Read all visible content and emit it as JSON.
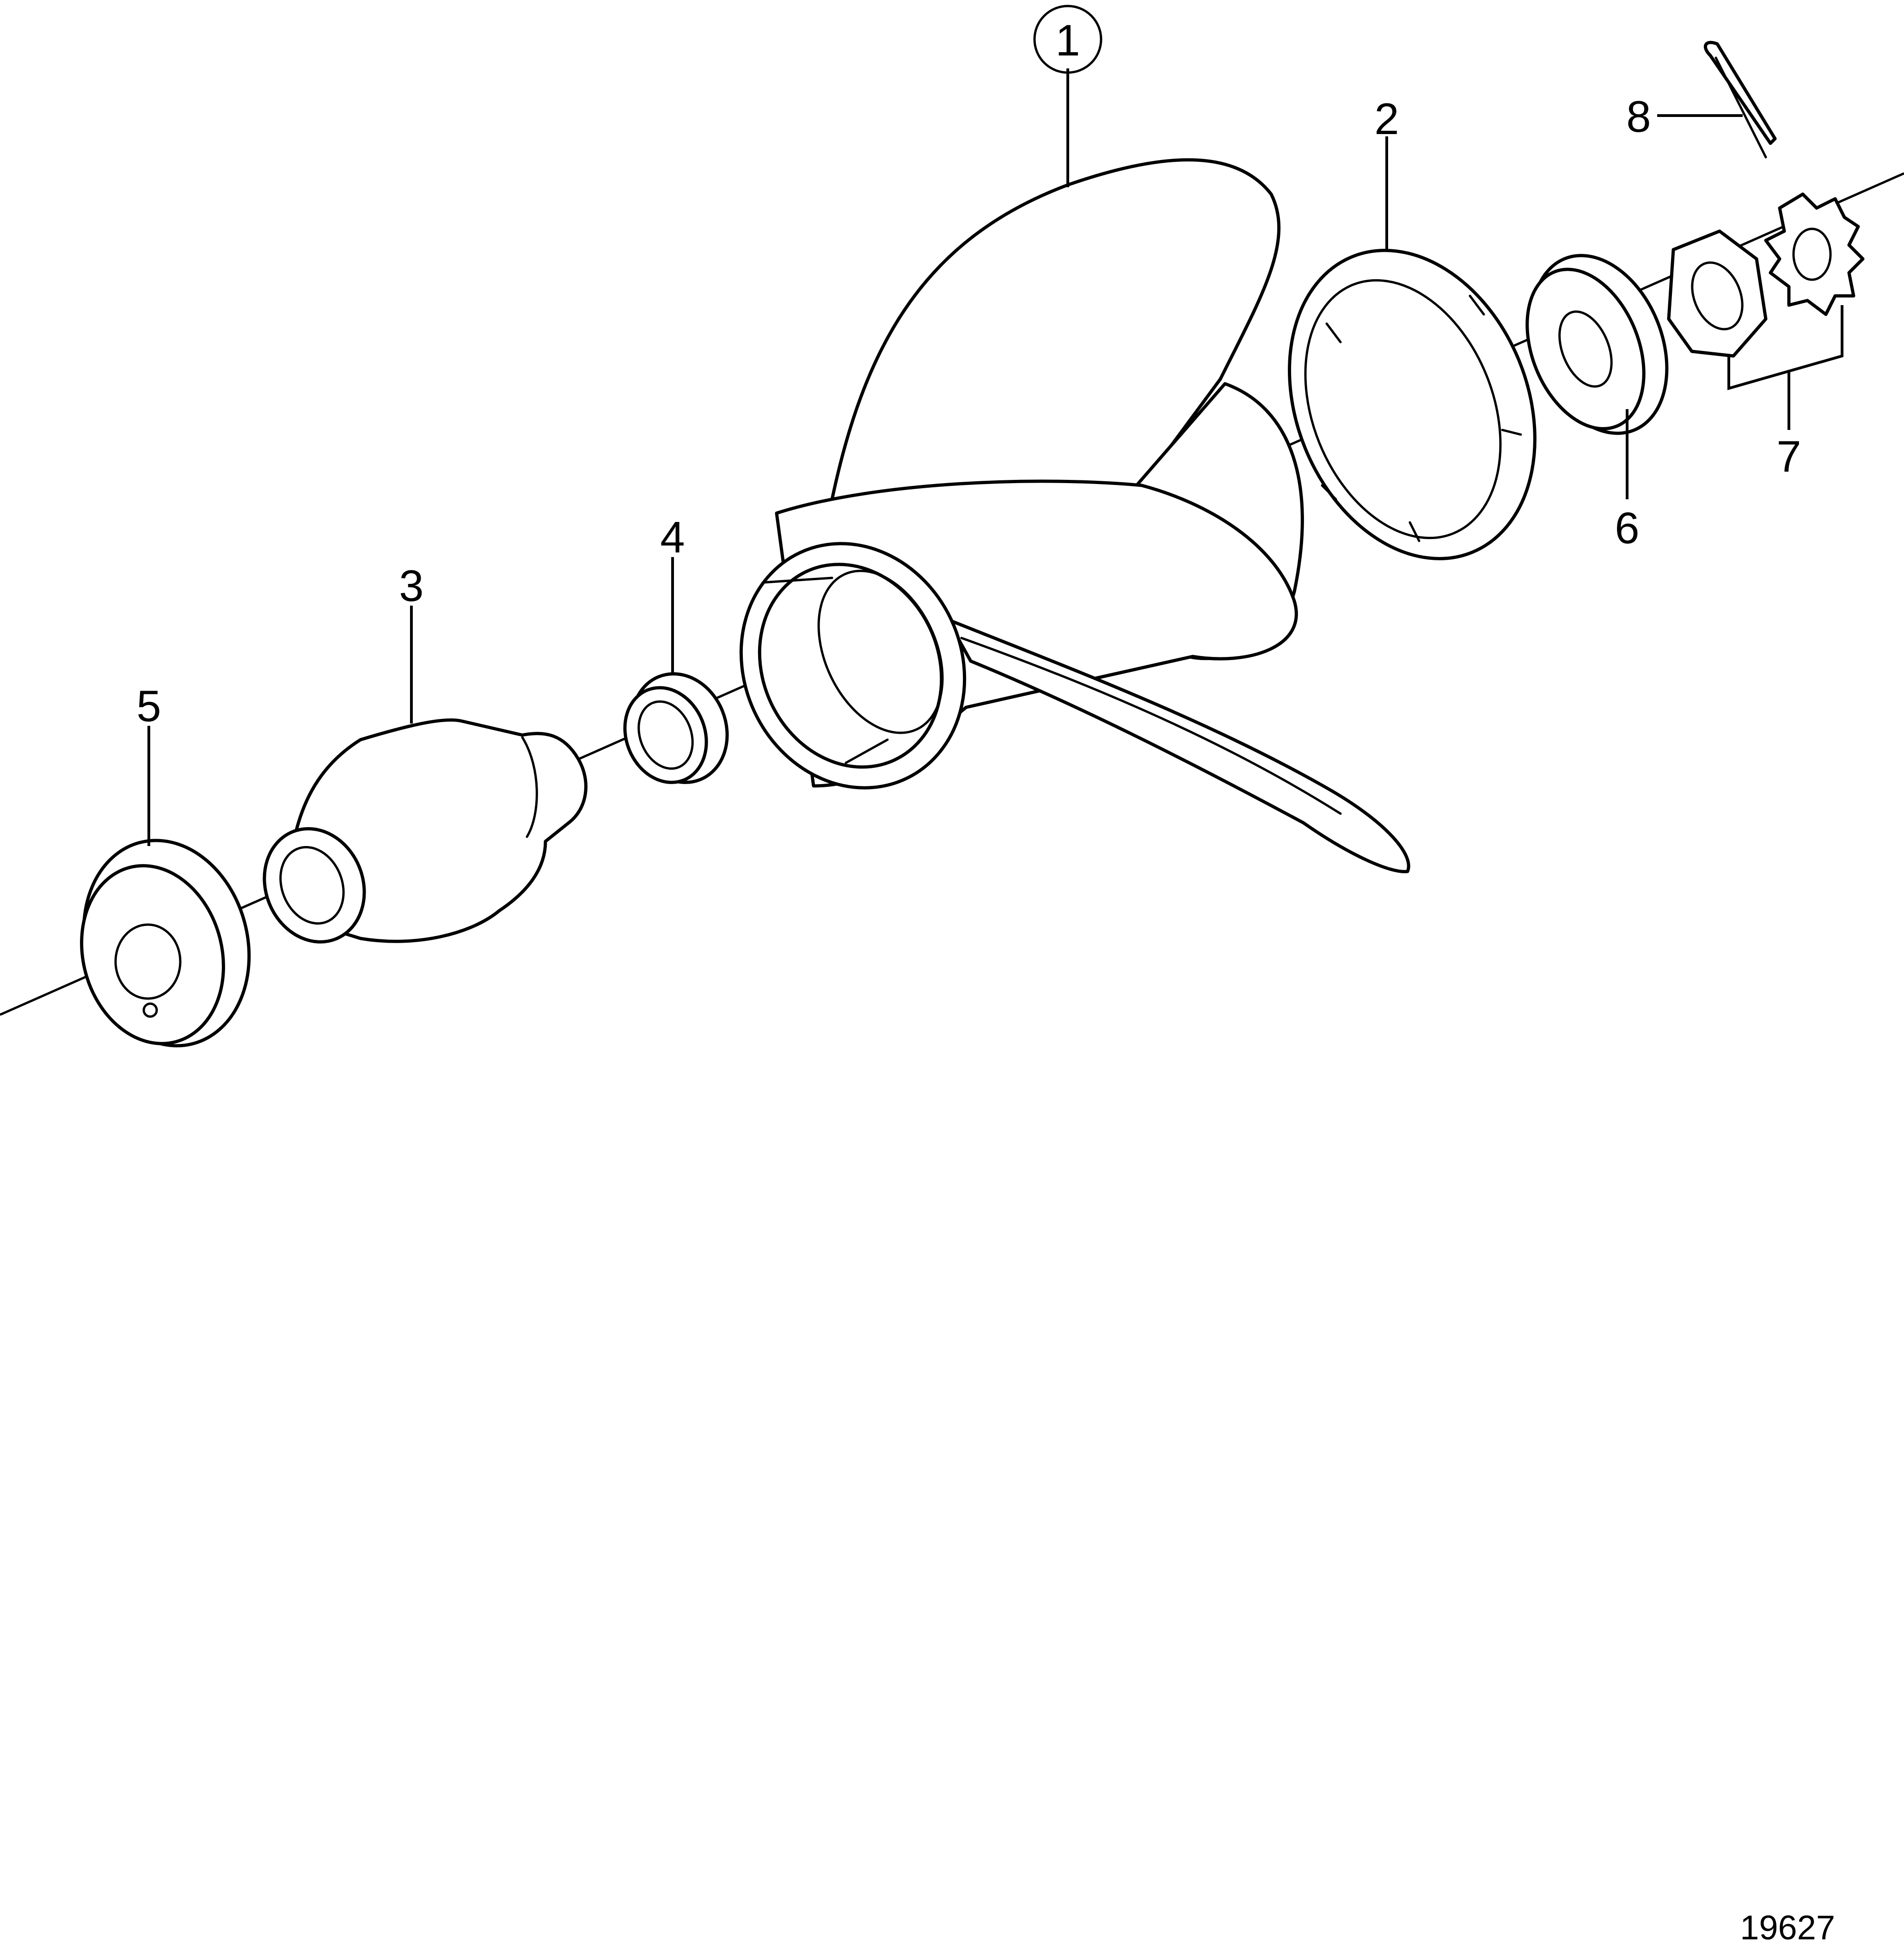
{
  "callouts": [
    {
      "id": "1",
      "label": "1",
      "circled": true
    },
    {
      "id": "2",
      "label": "2"
    },
    {
      "id": "3",
      "label": "3"
    },
    {
      "id": "4",
      "label": "4"
    },
    {
      "id": "5",
      "label": "5"
    },
    {
      "id": "6",
      "label": "6"
    },
    {
      "id": "7",
      "label": "7"
    },
    {
      "id": "8",
      "label": "8"
    }
  ],
  "reference_number": "19627",
  "colors": {
    "line": "#000000",
    "background": "#ffffff"
  }
}
